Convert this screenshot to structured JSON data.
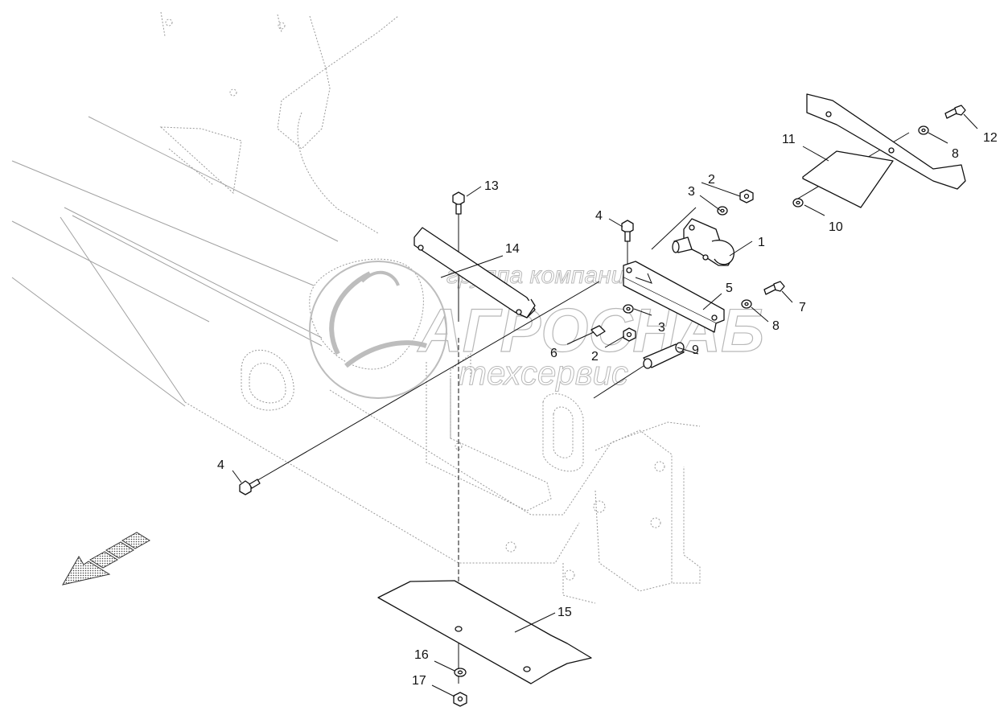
{
  "watermark": {
    "line1": "группа компаний",
    "line2": "АГРОСНАБ",
    "line3": "техсервис"
  },
  "callouts": [
    {
      "id": "c1",
      "text": "1"
    },
    {
      "id": "c2a",
      "text": "2"
    },
    {
      "id": "c2b",
      "text": "2"
    },
    {
      "id": "c3a",
      "text": "3"
    },
    {
      "id": "c3b",
      "text": "3"
    },
    {
      "id": "c4a",
      "text": "4"
    },
    {
      "id": "c4b",
      "text": "4"
    },
    {
      "id": "c5",
      "text": "5"
    },
    {
      "id": "c6",
      "text": "6"
    },
    {
      "id": "c7",
      "text": "7"
    },
    {
      "id": "c8a",
      "text": "8"
    },
    {
      "id": "c8b",
      "text": "8"
    },
    {
      "id": "c9",
      "text": "9"
    },
    {
      "id": "c10",
      "text": "10"
    },
    {
      "id": "c11",
      "text": "11"
    },
    {
      "id": "c12",
      "text": "12"
    },
    {
      "id": "c13",
      "text": "13"
    },
    {
      "id": "c14",
      "text": "14"
    },
    {
      "id": "c15",
      "text": "15"
    },
    {
      "id": "c16",
      "text": "16"
    },
    {
      "id": "c17",
      "text": "17"
    }
  ],
  "colors": {
    "line": "#111111",
    "ghost": "#9a9a9a",
    "watermark": "#b8b8b8",
    "background": "#ffffff"
  },
  "icons": {
    "direction": "forward-direction-arrow-icon",
    "watermark_logo": "wheat-ear-logo-icon"
  }
}
